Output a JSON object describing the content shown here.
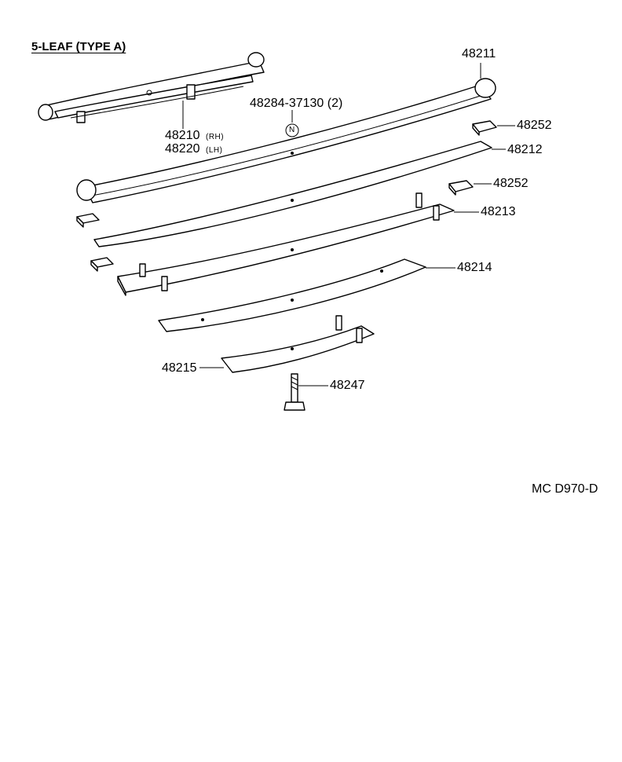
{
  "title": "5-LEAF (TYPE  A)",
  "parts": {
    "p48211": "48211",
    "p48212": "48212",
    "p48213": "48213",
    "p48214": "48214",
    "p48215": "48215",
    "p48252a": "48252",
    "p48252b": "48252",
    "p48247": "48247",
    "p48210": "48210",
    "p48210_side": "(RH)",
    "p48220": "48220",
    "p48220_side": "(LH)",
    "p48284": "48284-37130 (2)",
    "n_symbol": "N"
  },
  "footer_code": "MC  D970-D"
}
